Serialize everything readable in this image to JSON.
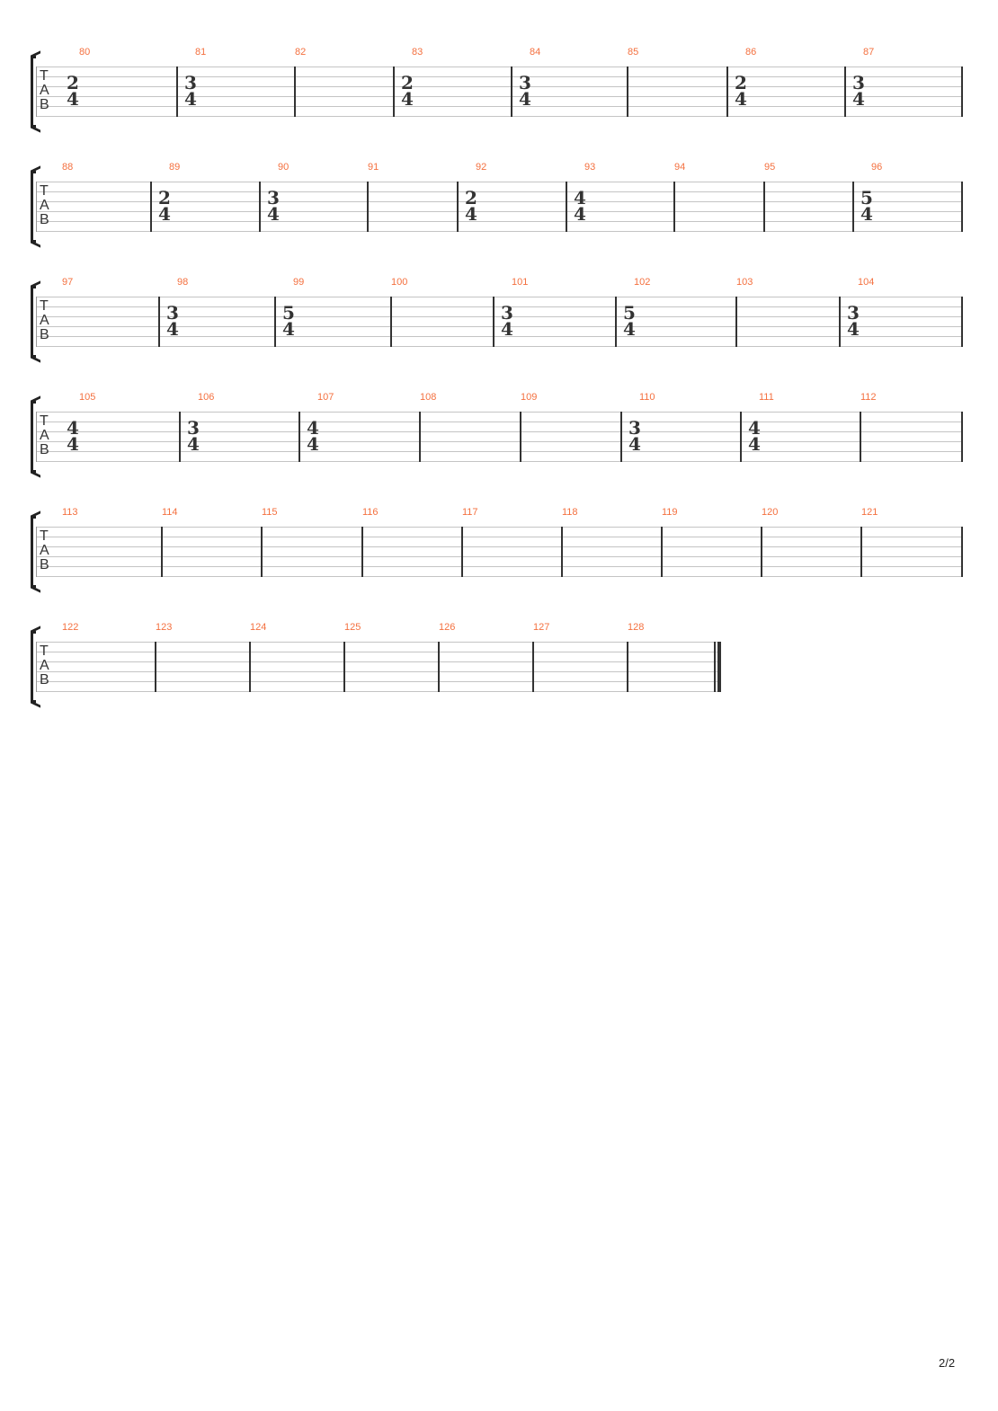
{
  "tab_label": [
    "T",
    "A",
    "B"
  ],
  "page_number": "2/2",
  "colors": {
    "measure_number": "#f4703f",
    "staff_line": "#c4c4c4",
    "barline": "#333333"
  },
  "systems": [
    {
      "measures": [
        {
          "number": "80",
          "time": [
            "2",
            "4"
          ]
        },
        {
          "number": "81",
          "time": [
            "3",
            "4"
          ]
        },
        {
          "number": "82"
        },
        {
          "number": "83",
          "time": [
            "2",
            "4"
          ]
        },
        {
          "number": "84",
          "time": [
            "3",
            "4"
          ]
        },
        {
          "number": "85"
        },
        {
          "number": "86",
          "time": [
            "2",
            "4"
          ]
        },
        {
          "number": "87",
          "time": [
            "3",
            "4"
          ]
        }
      ]
    },
    {
      "measures": [
        {
          "number": "88"
        },
        {
          "number": "89",
          "time": [
            "2",
            "4"
          ]
        },
        {
          "number": "90",
          "time": [
            "3",
            "4"
          ]
        },
        {
          "number": "91"
        },
        {
          "number": "92",
          "time": [
            "2",
            "4"
          ]
        },
        {
          "number": "93",
          "time": [
            "4",
            "4"
          ]
        },
        {
          "number": "94"
        },
        {
          "number": "95"
        },
        {
          "number": "96",
          "time": [
            "5",
            "4"
          ]
        }
      ]
    },
    {
      "measures": [
        {
          "number": "97"
        },
        {
          "number": "98",
          "time": [
            "3",
            "4"
          ]
        },
        {
          "number": "99",
          "time": [
            "5",
            "4"
          ]
        },
        {
          "number": "100"
        },
        {
          "number": "101",
          "time": [
            "3",
            "4"
          ]
        },
        {
          "number": "102",
          "time": [
            "5",
            "4"
          ]
        },
        {
          "number": "103"
        },
        {
          "number": "104",
          "time": [
            "3",
            "4"
          ]
        }
      ]
    },
    {
      "measures": [
        {
          "number": "105",
          "time": [
            "4",
            "4"
          ]
        },
        {
          "number": "106",
          "time": [
            "3",
            "4"
          ]
        },
        {
          "number": "107",
          "time": [
            "4",
            "4"
          ]
        },
        {
          "number": "108"
        },
        {
          "number": "109"
        },
        {
          "number": "110",
          "time": [
            "3",
            "4"
          ]
        },
        {
          "number": "111",
          "time": [
            "4",
            "4"
          ]
        },
        {
          "number": "112"
        }
      ]
    },
    {
      "measures": [
        {
          "number": "113"
        },
        {
          "number": "114"
        },
        {
          "number": "115"
        },
        {
          "number": "116"
        },
        {
          "number": "117"
        },
        {
          "number": "118"
        },
        {
          "number": "119"
        },
        {
          "number": "120"
        },
        {
          "number": "121"
        }
      ]
    },
    {
      "measures": [
        {
          "number": "122"
        },
        {
          "number": "123"
        },
        {
          "number": "124"
        },
        {
          "number": "125"
        },
        {
          "number": "126"
        },
        {
          "number": "127"
        },
        {
          "number": "128"
        }
      ],
      "final_barline": true
    }
  ]
}
